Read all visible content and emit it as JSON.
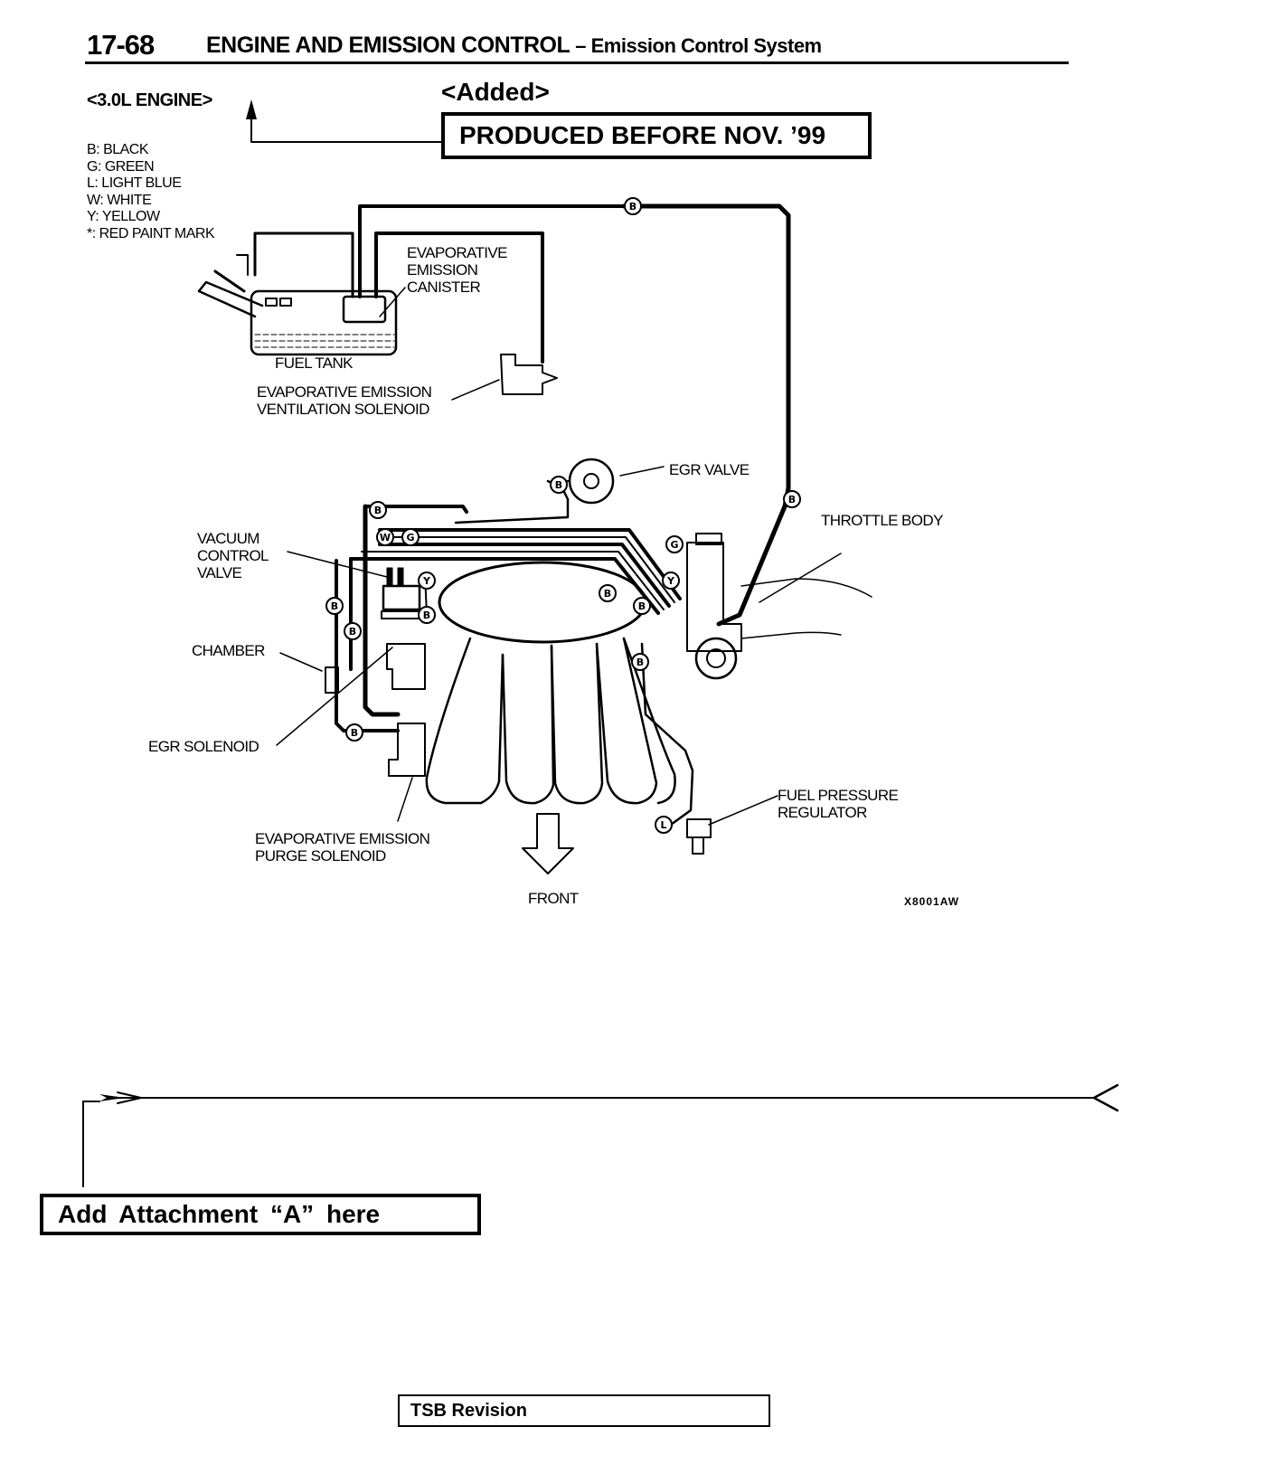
{
  "header": {
    "page_number": "17-68",
    "title": "ENGINE AND EMISSION CONTROL",
    "subtitle": "– Emission Control System"
  },
  "engine_label": "<3.0L ENGINE>",
  "added_label": "<Added>",
  "produced_box": "PRODUCED BEFORE NOV. ’99",
  "legend": [
    "B: BLACK",
    "G: GREEN",
    "L: LIGHT BLUE",
    "W: WHITE",
    "Y: YELLOW",
    "*: RED PAINT MARK"
  ],
  "labels": {
    "evap_canister": [
      "EVAPORATIVE",
      "EMISSION",
      "CANISTER"
    ],
    "fuel_tank": "FUEL TANK",
    "vent_solenoid": [
      "EVAPORATIVE EMISSION",
      "VENTILATION SOLENOID"
    ],
    "egr_valve": "EGR VALVE",
    "throttle_body": "THROTTLE BODY",
    "vacuum_control_valve": [
      "VACUUM",
      "CONTROL",
      "VALVE"
    ],
    "chamber": "CHAMBER",
    "egr_solenoid": "EGR SOLENOID",
    "fuel_pressure_regulator": [
      "FUEL PRESSURE",
      "REGULATOR"
    ],
    "purge_solenoid": [
      "EVAPORATIVE EMISSION",
      "PURGE SOLENOID"
    ],
    "front": "FRONT"
  },
  "hose_tags": [
    "B",
    "B",
    "B",
    "W",
    "G",
    "Y",
    "B",
    "B",
    "G",
    "Y",
    "B",
    "B",
    "B",
    "B",
    "B",
    "B",
    "L"
  ],
  "figure_code": "X8001AW",
  "attachment_box": "Add Attachment “A” here",
  "tsb_box": "TSB Revision"
}
